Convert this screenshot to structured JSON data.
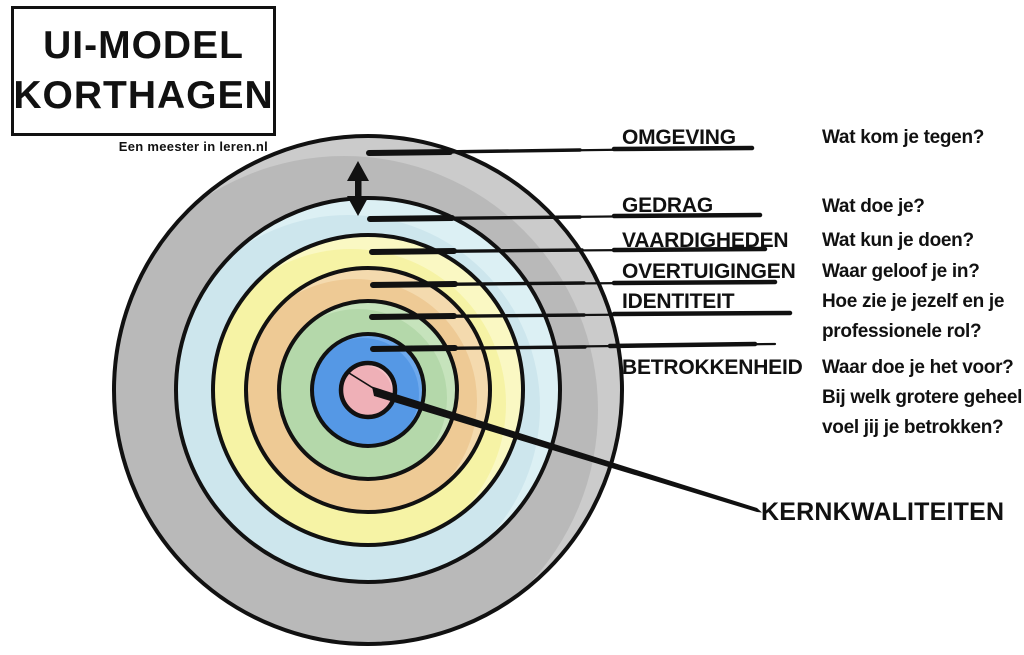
{
  "title": {
    "line1": "UI-MODEL",
    "line2": "KORTHAGEN",
    "credit": "Een meester in leren.nl"
  },
  "rings": [
    {
      "name": "omgeving",
      "label": "OMGEVING",
      "question": "Wat kom je tegen?",
      "color": "#b9b9b9",
      "light": "#cbcbcb"
    },
    {
      "name": "gedrag",
      "label": "GEDRAG",
      "question": "Wat doe je?",
      "color": "#cde6ed",
      "light": "#dcf0f4"
    },
    {
      "name": "vaardigheden",
      "label": "VAARDIGHEDEN",
      "question": "Wat kun je doen?",
      "color": "#f6f3a5",
      "light": "#faf8c3"
    },
    {
      "name": "overtuigingen",
      "label": "OVERTUIGINGEN",
      "question": "Waar geloof je in?",
      "color": "#eeca95",
      "light": "#f4daae"
    },
    {
      "name": "identiteit",
      "label": "IDENTITEIT",
      "question": "Hoe zie je jezelf en je\nprofessionele rol?",
      "color": "#b4d8aa",
      "light": "#c6e3bc"
    },
    {
      "name": "betrokkenheid",
      "label": "BETROKKENHEID",
      "question": "Waar doe je het voor?\nBij welk grotere geheel\nvoel jij je betrokken?",
      "color": "#5598e5",
      "light": "#6ea9ed"
    }
  ],
  "core": {
    "label": "KERNKWALITEITEN",
    "color": "#efb0b7",
    "light": "#f4c2c7"
  },
  "outline_color": "#111111"
}
